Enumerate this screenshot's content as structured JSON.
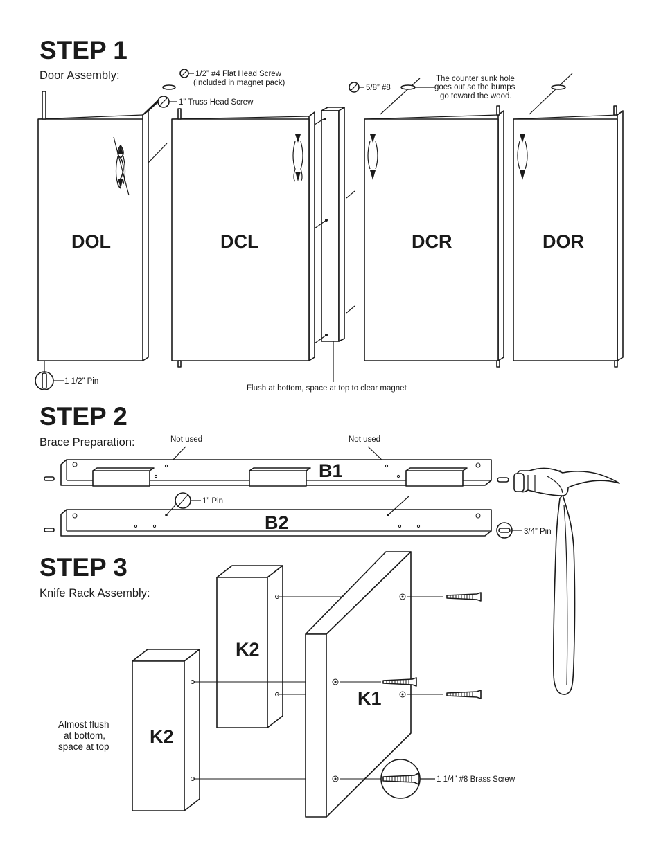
{
  "step1": {
    "title": "STEP 1",
    "subtitle": "Door Assembly:",
    "callout_flat_screw_line1": "1/2” #4 Flat Head Screw",
    "callout_flat_screw_line2": "(Included in magnet pack)",
    "callout_truss_screw": "1” Truss Head Screw",
    "callout_five_eighths": "5/8” #8",
    "note_counter_sunk_line1": "The counter sunk hole",
    "note_counter_sunk_line2": "goes out so the bumps",
    "note_counter_sunk_line3": "go toward the wood.",
    "door_labels": [
      "DOL",
      "DCL",
      "DCR",
      "DOR"
    ],
    "callout_pin": "1 1/2” Pin",
    "note_flush": "Flush at bottom, space at top to clear magnet"
  },
  "step2": {
    "title": "STEP 2",
    "subtitle": "Brace Preparation:",
    "not_used_left": "Not used",
    "not_used_right": "Not used",
    "brace_b1": "B1",
    "brace_b2": "B2",
    "callout_one_inch_pin": "1” Pin",
    "callout_three_quarter_pin": "3/4” Pin"
  },
  "step3": {
    "title": "STEP 3",
    "subtitle": "Knife Rack Assembly:",
    "part_k2_back": "K2",
    "part_k2_front": "K2",
    "part_k1": "K1",
    "note_flush_line1": "Almost flush",
    "note_flush_line2": "at bottom,",
    "note_flush_line3": "space at top",
    "callout_brass_screw": "1 1/4” #8 Brass Screw"
  },
  "icons": [
    "hammer-icon",
    "screw-icon",
    "pin-icon",
    "magnifier-icon",
    "handle-icon"
  ]
}
